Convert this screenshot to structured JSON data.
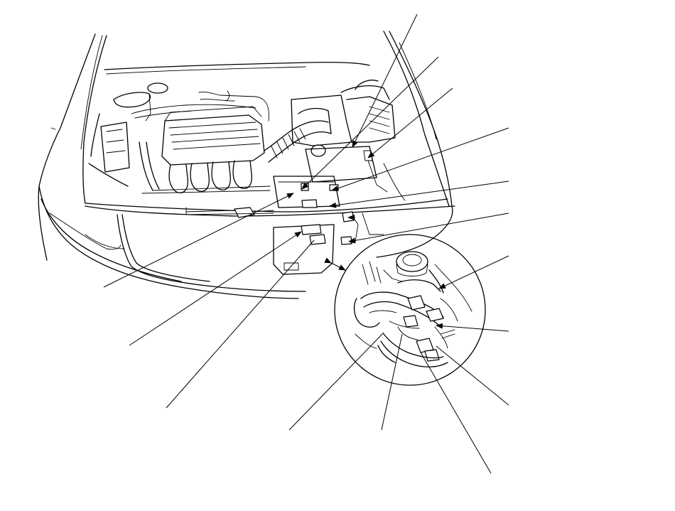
{
  "diagram": {
    "title": "",
    "callouts": [
      {
        "id": "c1",
        "label": ""
      },
      {
        "id": "c2",
        "label": ""
      },
      {
        "id": "c3",
        "label": ""
      },
      {
        "id": "c4",
        "label": ""
      },
      {
        "id": "c5",
        "label": ""
      },
      {
        "id": "c6",
        "label": ""
      },
      {
        "id": "c7",
        "label": ""
      },
      {
        "id": "c8",
        "label": ""
      },
      {
        "id": "c9",
        "label": ""
      },
      {
        "id": "c10",
        "label": ""
      },
      {
        "id": "c11",
        "label": ""
      },
      {
        "id": "c12",
        "label": ""
      },
      {
        "id": "c13",
        "label": ""
      },
      {
        "id": "c14",
        "label": ""
      },
      {
        "id": "c15",
        "label": ""
      },
      {
        "id": "c16",
        "label": ""
      }
    ]
  }
}
